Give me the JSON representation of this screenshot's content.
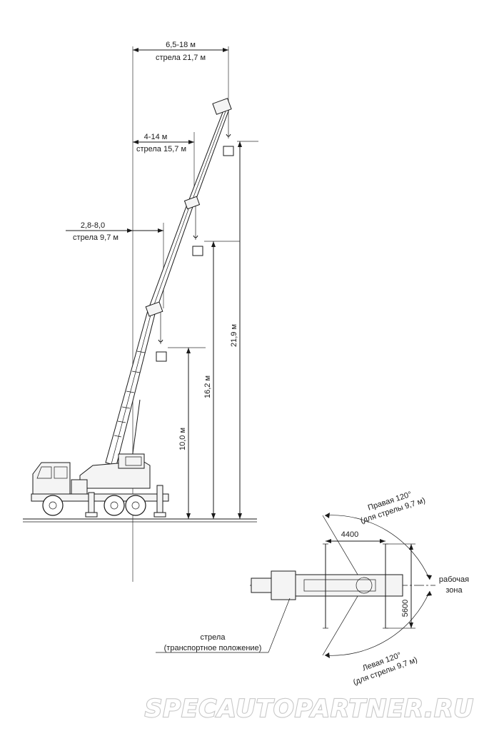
{
  "side_view": {
    "reach_top": {
      "value": "6,5-18 м",
      "boom": "стрела 21,7 м"
    },
    "reach_mid": {
      "value": "4-14 м",
      "boom": "стрела 15,7 м"
    },
    "reach_low": {
      "value": "2,8-8,0",
      "boom": "стрела 9,7 м"
    },
    "height_high": "21,9 м",
    "height_mid": "16,2 м",
    "height_low": "10,0 м"
  },
  "plan_view": {
    "right_zone": {
      "title": "Правая 120°",
      "note": "(для стрелы 9,7 м)"
    },
    "left_zone": {
      "title": "Левая 120°",
      "note": "(для стрелы 9,7 м)"
    },
    "work_zone": {
      "line1": "рабочая",
      "line2": "зона"
    },
    "outrigger_base": "4400",
    "outrigger_width": "5600",
    "transport": {
      "line1": "стрела",
      "line2": "(транспортное положение)"
    }
  },
  "watermark": "SPECAUTOPARTNER.RU"
}
